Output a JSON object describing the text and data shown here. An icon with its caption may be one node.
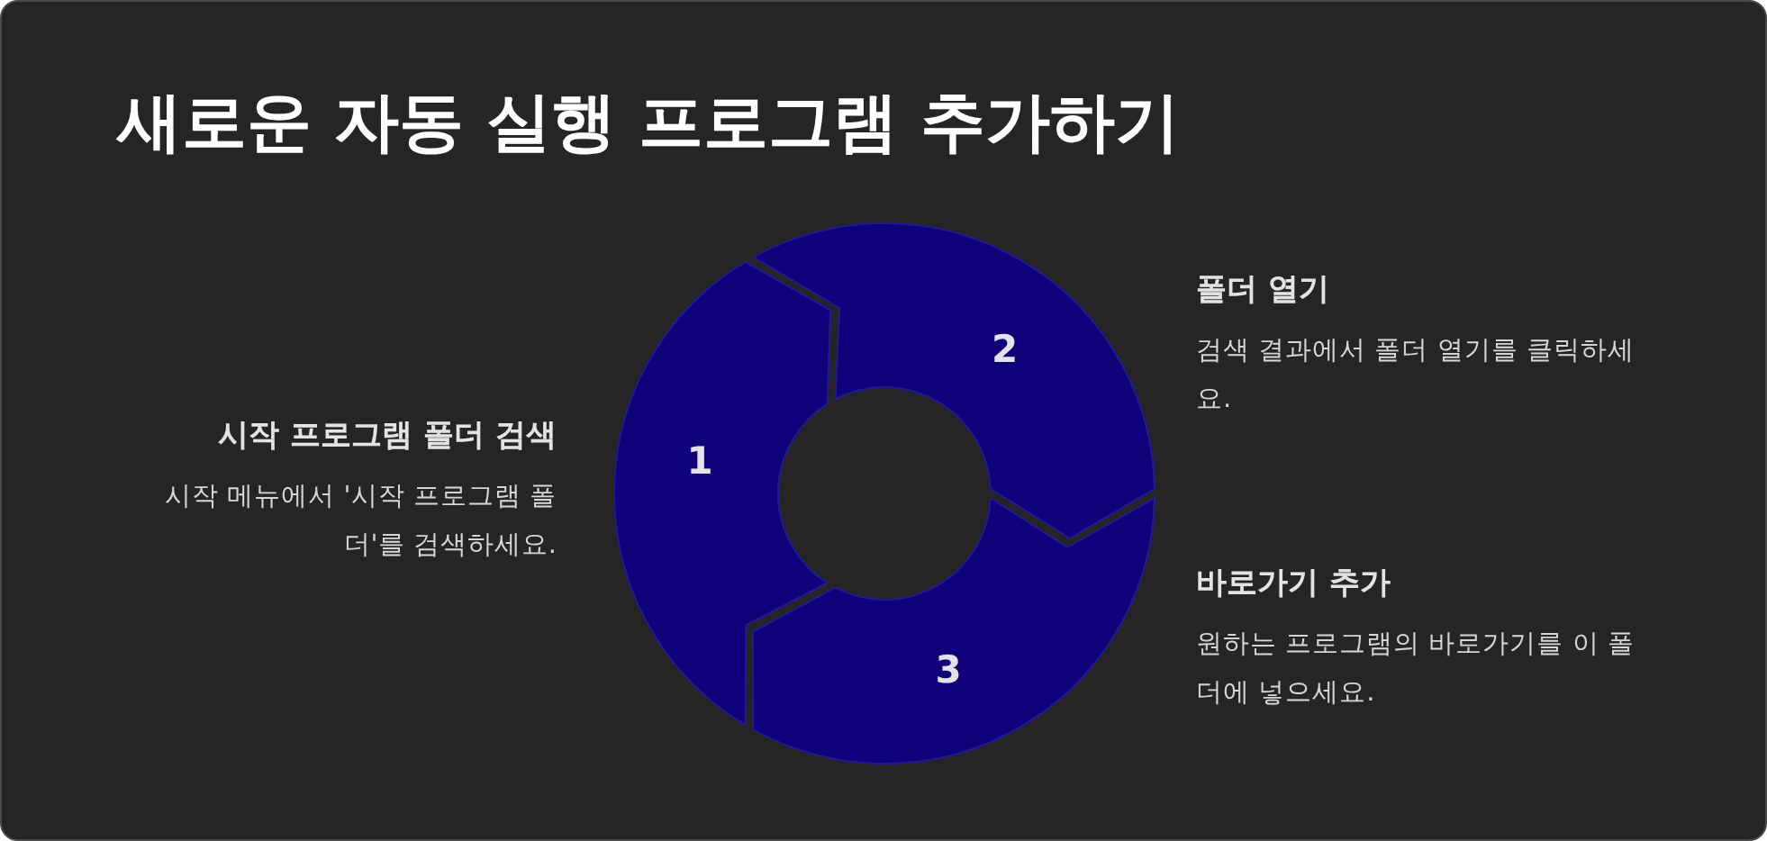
{
  "diagram": {
    "title": "새로운 자동 실행 프로그램 추가하기",
    "nodes": [
      {
        "text": [
          "1"
        ],
        "beside": [
          "시작 프로그램 폴더 검색",
          "시작 메뉴에서 '시작 프로그램 폴더'를 검색하세요."
        ]
      },
      {
        "text": [
          "2"
        ],
        "beside": [
          "폴더 열기",
          "검색 결과에서 폴더 열기를 클릭하세요."
        ]
      },
      {
        "text": [
          "3"
        ],
        "beside": [
          "바로가기 추가",
          "원하는 프로그램의 바로가기를 이 폴더에 넣으세요."
        ]
      }
    ]
  }
}
